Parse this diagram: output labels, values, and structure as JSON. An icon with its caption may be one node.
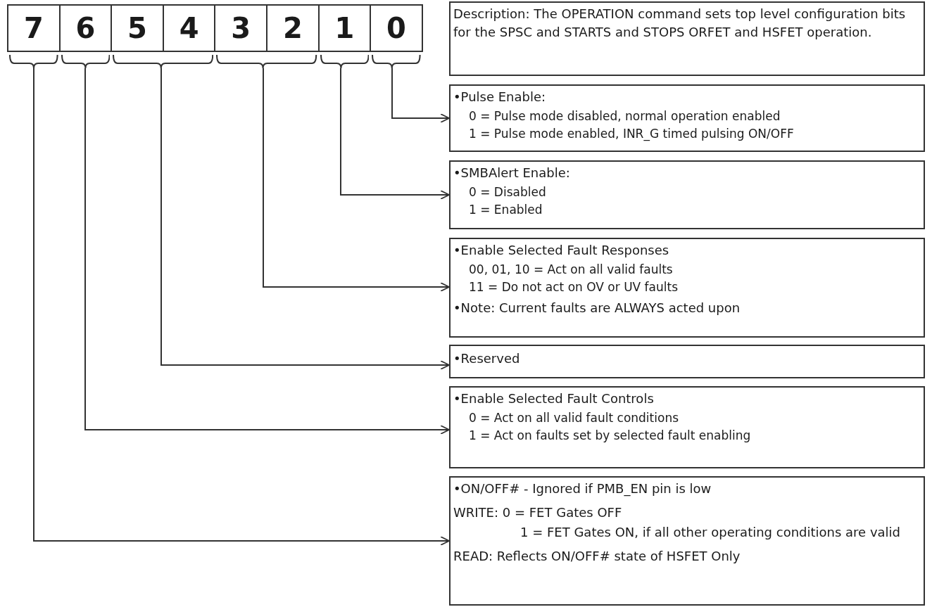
{
  "diagram": {
    "nodes": [
      {
        "text": [
          "7"
        ]
      },
      {
        "text": [
          "6"
        ]
      },
      {
        "text": [
          "5"
        ]
      },
      {
        "text": [
          "4"
        ]
      },
      {
        "text": [
          "3"
        ]
      },
      {
        "text": [
          "2"
        ]
      },
      {
        "text": [
          "1"
        ]
      },
      {
        "text": [
          "0"
        ]
      },
      {
        "text": [
          "Description: The OPERATION command sets top level configuration bits for the SPSC and STARTS and STOPS ORFET and HSFET operation."
        ]
      },
      {
        "text": [],
        "shape": "bracket"
      },
      {
        "text": [],
        "shape": "bracket"
      },
      {
        "text": [],
        "shape": "bracket"
      },
      {
        "text": [],
        "shape": "bracket"
      },
      {
        "text": [],
        "shape": "bracket"
      },
      {
        "text": [],
        "shape": "bracket"
      },
      {
        "text": [
          "•Pulse Enable:",
          "0 = Pulse mode disabled, normal operation enabled",
          "1 = Pulse mode enabled, INR_G timed pulsing ON/OFF"
        ]
      },
      {
        "text": [
          "•SMBAlert Enable:",
          "0 = Disabled",
          "1 = Enabled"
        ]
      },
      {
        "text": [
          "•Enable Selected Fault Responses",
          "00, 01, 10 = Act on all valid faults",
          "11 = Do not act on OV or UV faults",
          "•Note: Current faults are ALWAYS acted upon"
        ]
      },
      {
        "text": [
          "•Reserved"
        ]
      },
      {
        "text": [
          "•Enable Selected Fault Controls",
          "0 = Act on all valid fault conditions",
          "1 = Act on faults set by selected fault enabling"
        ]
      },
      {
        "text": [
          "•ON/OFF# - Ignored if PMB_EN pin is low",
          "WRITE:  0 = FET Gates OFF",
          "1 = FET Gates ON, if all other operating conditions are valid",
          "READ: Reflects ON/OFF# state of HSFET Only"
        ]
      }
    ],
    "edges": [
      {
        "from": 14,
        "to": 15,
        "arrow": "to"
      },
      {
        "from": 13,
        "to": 16,
        "arrow": "to"
      },
      {
        "from": 12,
        "to": 17,
        "arrow": "to"
      },
      {
        "from": 11,
        "to": 18,
        "arrow": "to"
      },
      {
        "from": 10,
        "to": 19,
        "arrow": "to"
      },
      {
        "from": 9,
        "to": 20,
        "arrow": "to"
      }
    ]
  }
}
